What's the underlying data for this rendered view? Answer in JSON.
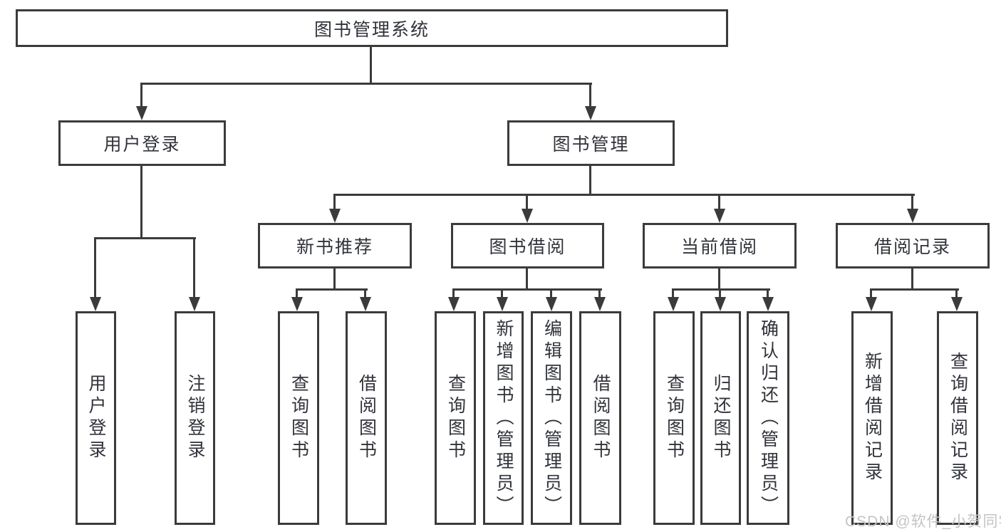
{
  "diagram": {
    "title": "图书管理系统",
    "branches": [
      {
        "label": "用户登录",
        "leaves": [
          "用户登录",
          "注销登录"
        ]
      },
      {
        "label": "图书管理",
        "groups": [
          {
            "label": "新书推荐",
            "leaves": [
              "查询图书",
              "借阅图书"
            ]
          },
          {
            "label": "图书借阅",
            "leaves": [
              "查询图书",
              "新增图书（管理员）",
              "编辑图书（管理员）",
              "借阅图书"
            ]
          },
          {
            "label": "当前借阅",
            "leaves": [
              "查询图书",
              "归还图书",
              "确认归还（管理员）"
            ]
          },
          {
            "label": "借阅记录",
            "leaves": [
              "新增借阅记录",
              "查询借阅记录"
            ]
          }
        ]
      }
    ]
  },
  "watermark": "CSDN @软件_小贺同学",
  "colors": {
    "line": "#3b3b3b",
    "text": "#30333a",
    "watermark": "#c4c4c4",
    "background": "#ffffff"
  }
}
